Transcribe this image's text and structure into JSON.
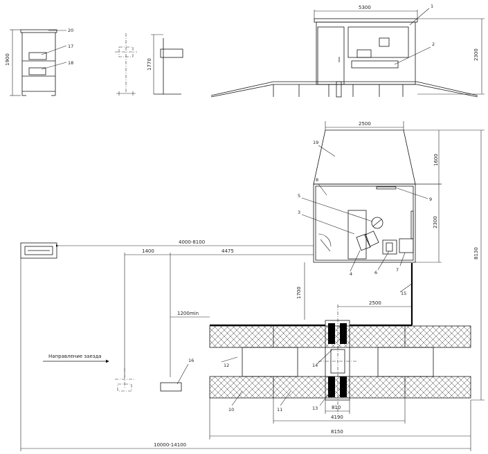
{
  "dimensions": {
    "cabin_width": "5300",
    "cabin_height": "2300",
    "table_height": "1900",
    "light_height": "1770",
    "hopper_width": "2500",
    "hopper_height": "1600",
    "control_room_depth": "2300",
    "overall_height": "8130",
    "distance_range": "4000-8100",
    "offset_1400": "1400",
    "offset_4475": "4475",
    "min_gap": "1200min",
    "gap_1700": "1700",
    "span_2500": "2500",
    "width_810": "810",
    "width_4190": "4190",
    "platform_length": "8150",
    "overall_length": "10000-14100"
  },
  "labels": {
    "direction": "Направление заезда"
  },
  "callouts": [
    "1",
    "2",
    "3",
    "4",
    "5",
    "6",
    "7",
    "8",
    "9",
    "10",
    "11",
    "12",
    "13",
    "14",
    "15",
    "16",
    "17",
    "18",
    "19",
    "20"
  ]
}
